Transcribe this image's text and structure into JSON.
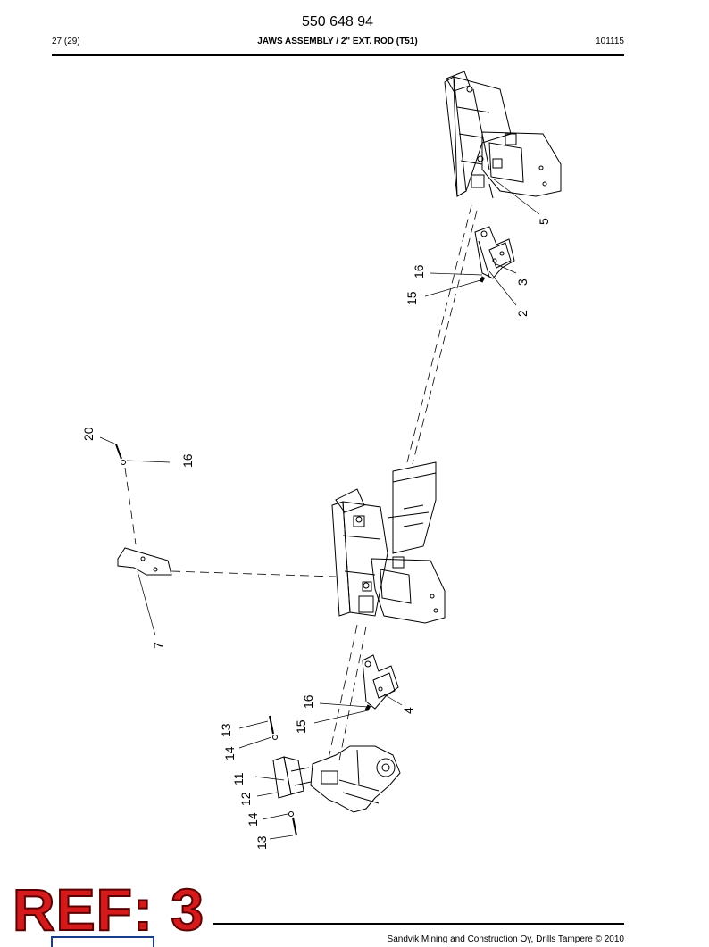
{
  "header": {
    "doc_number": "550 648 94",
    "page": "27 (29)",
    "title": "JAWS ASSEMBLY / 2\" EXT. ROD (T51)",
    "revision": "101115"
  },
  "callouts": {
    "c5": "5",
    "c16a": "16",
    "c3": "3",
    "c15a": "15",
    "c2": "2",
    "c20": "20",
    "c16b": "16",
    "c7": "7",
    "c16c": "16",
    "c4": "4",
    "c15b": "15",
    "c13a": "13",
    "c14a": "14",
    "c11": "11",
    "c12": "12",
    "c14b": "14",
    "c13b": "13"
  },
  "footer": {
    "copyright": "Sandvik Mining and Construction Oy, Drills Tampere © 2010"
  },
  "stamp": {
    "text": "REF: 3"
  },
  "colors": {
    "stamp_red": "#d41a1a",
    "line": "#000000"
  }
}
